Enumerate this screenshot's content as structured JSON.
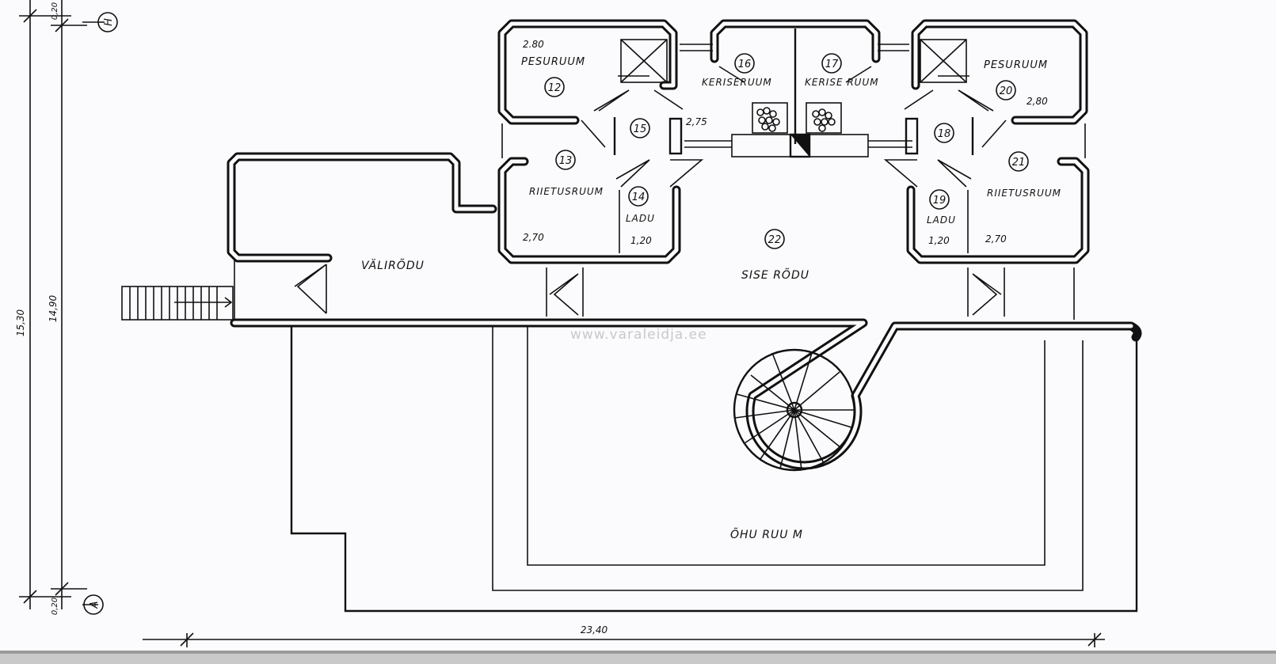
{
  "axes": {
    "top_marker": "H",
    "bottom_marker": "A"
  },
  "dimensions": {
    "total_height": "15,30",
    "inner_height": "14,90",
    "top_offset": "0,20",
    "bottom_offset": "0,20",
    "total_width": "23,40"
  },
  "rooms": [
    {
      "id": "pesuruum-12",
      "label": "PESURUUM",
      "number": "12",
      "height": "2.80"
    },
    {
      "id": "riietusruum-13",
      "label": "RIIETUSRUUM",
      "number": "13",
      "height": "2,70"
    },
    {
      "id": "ladu-14",
      "label": "LADU",
      "number": "14",
      "height": "1,20"
    },
    {
      "id": "room-15",
      "label": "",
      "number": "15",
      "height": "2,75"
    },
    {
      "id": "keriseruum-16",
      "label": "KERISERUUM",
      "number": "16"
    },
    {
      "id": "keriseruum-17",
      "label": "KERISE RUUM",
      "number": "17"
    },
    {
      "id": "room-18",
      "label": "",
      "number": "18"
    },
    {
      "id": "ladu-19",
      "label": "LADU",
      "number": "19",
      "height": "1,20"
    },
    {
      "id": "pesuruum-20",
      "label": "PESURUUM",
      "number": "20",
      "height": "2,80"
    },
    {
      "id": "riietusruum-21",
      "label": "RIIETUSRUUM",
      "number": "21",
      "height": "2,70"
    },
    {
      "id": "siserodu-22",
      "label": "SISE RÕDU",
      "number": "22"
    }
  ],
  "areas": {
    "valirodu": "VÄLIRÕDU",
    "ohuruum": "ÕHU RUU M"
  },
  "watermark": "www.varaleidja.ee"
}
